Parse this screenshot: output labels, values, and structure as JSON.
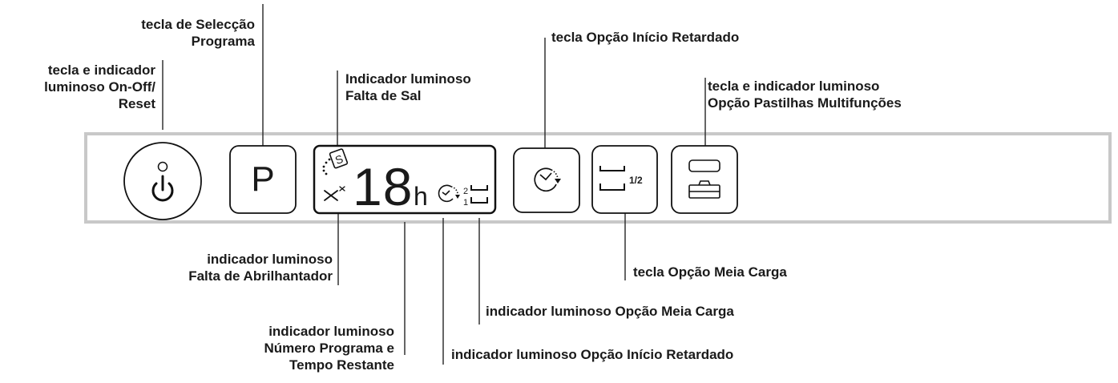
{
  "panel": {
    "program_key_letter": "P",
    "display_digits": "18",
    "display_unit": "h",
    "display_tier_top": "2",
    "display_tier_bottom": "1",
    "salt_symbol_letter": "S",
    "half_load_key_text": "1/2"
  },
  "labels": {
    "on_off": [
      "tecla e indicador",
      "luminoso On-Off/",
      "Reset"
    ],
    "program_select": [
      "tecla de Selecção",
      "Programa"
    ],
    "salt": [
      "Indicador luminoso",
      "Falta de Sal"
    ],
    "delay_key": [
      "tecla Opção Início Retardado"
    ],
    "multitab": [
      "tecla e indicador luminoso",
      "Opção Pastilhas Multifunções"
    ],
    "rinse_aid": [
      "indicador luminoso",
      "Falta de Abrilhantador"
    ],
    "program_number": [
      "indicador luminoso",
      "Número Programa e",
      "Tempo Restante"
    ],
    "delay_indicator": [
      "indicador luminoso Opção Início Retardado"
    ],
    "half_load_indicator": [
      "indicador luminoso Opção Meia Carga"
    ],
    "half_load_key": [
      "tecla Opção Meia Carga"
    ]
  }
}
